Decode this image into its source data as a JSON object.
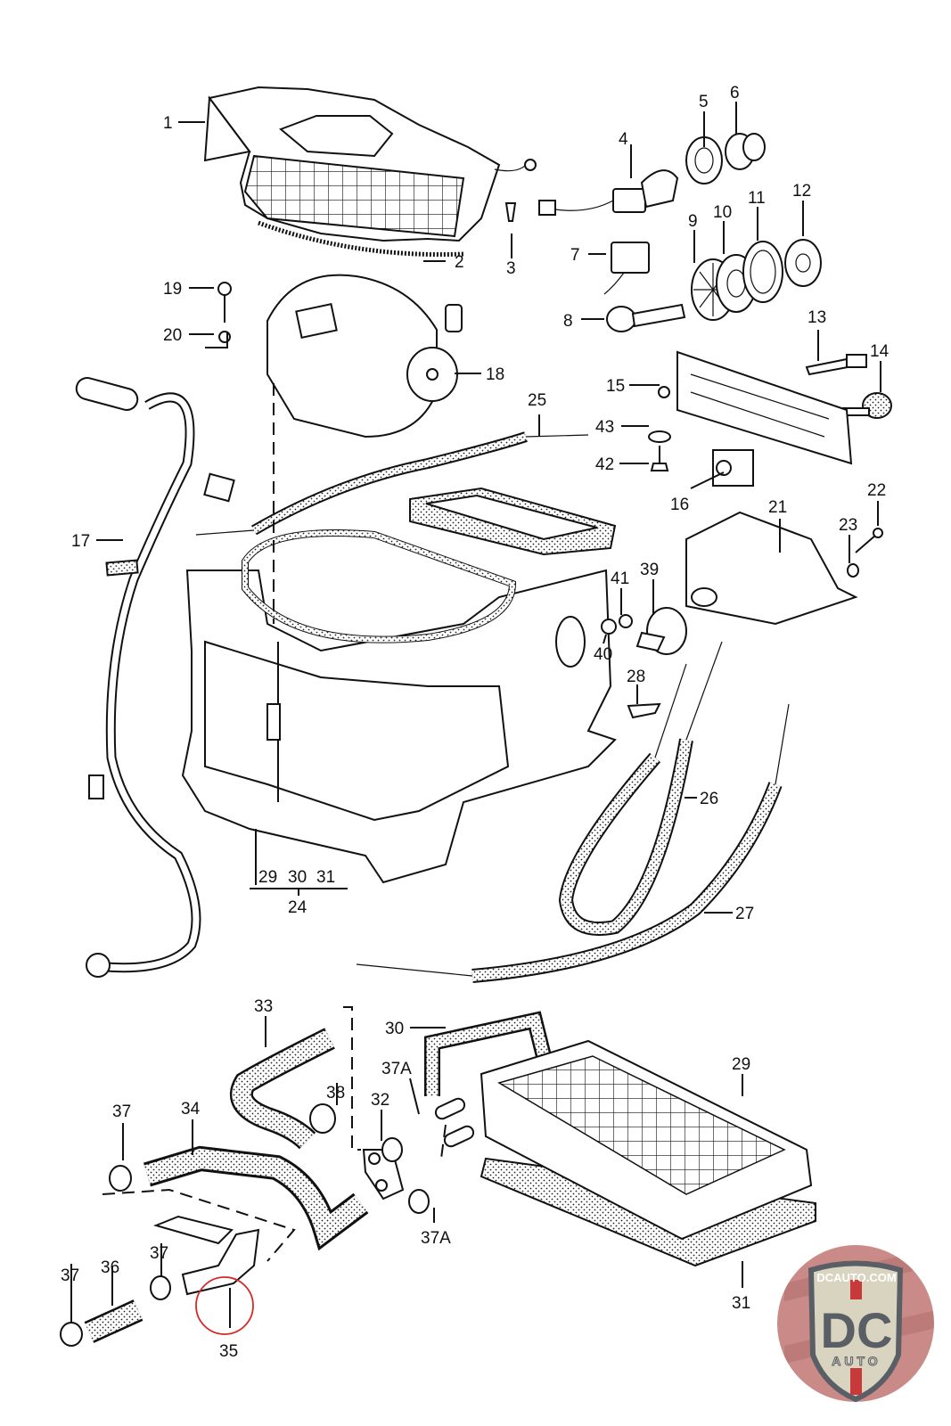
{
  "diagram": {
    "title": "Heater / blower housing exploded parts diagram",
    "labels": {
      "p1": "1",
      "p2": "2",
      "p3": "3",
      "p4": "4",
      "p5": "5",
      "p6": "6",
      "p7": "7",
      "p8": "8",
      "p9": "9",
      "p10": "10",
      "p11": "11",
      "p12": "12",
      "p13": "13",
      "p14": "14",
      "p15": "15",
      "p16": "16",
      "p17": "17",
      "p18": "18",
      "p19": "19",
      "p20": "20",
      "p21": "21",
      "p22": "22",
      "p23": "23",
      "p24": "24",
      "p25": "25",
      "p26": "26",
      "p27": "27",
      "p28": "28",
      "p29a": "29",
      "p30a": "30",
      "p31a": "31",
      "p29": "29",
      "p30": "30",
      "p31": "31",
      "p32": "32",
      "p33": "33",
      "p34": "34",
      "p35": "35",
      "p36": "36",
      "p37a": "37",
      "p37b": "37",
      "p37c": "37",
      "p37A1": "37A",
      "p37A2": "37A",
      "p38": "38",
      "p39": "39",
      "p40": "40",
      "p41": "41",
      "p42": "42",
      "p43": "43"
    },
    "highlight": {
      "part": "35",
      "color": "#d42a2a"
    }
  },
  "logo": {
    "site": "DCAUTO.COM",
    "monogram": "DC",
    "word": "AUTO",
    "colors": {
      "badge_bg": "#c98a88",
      "shield": "#d9d4bf",
      "text": "#5a5f66",
      "stripe": "#c8393b"
    }
  }
}
